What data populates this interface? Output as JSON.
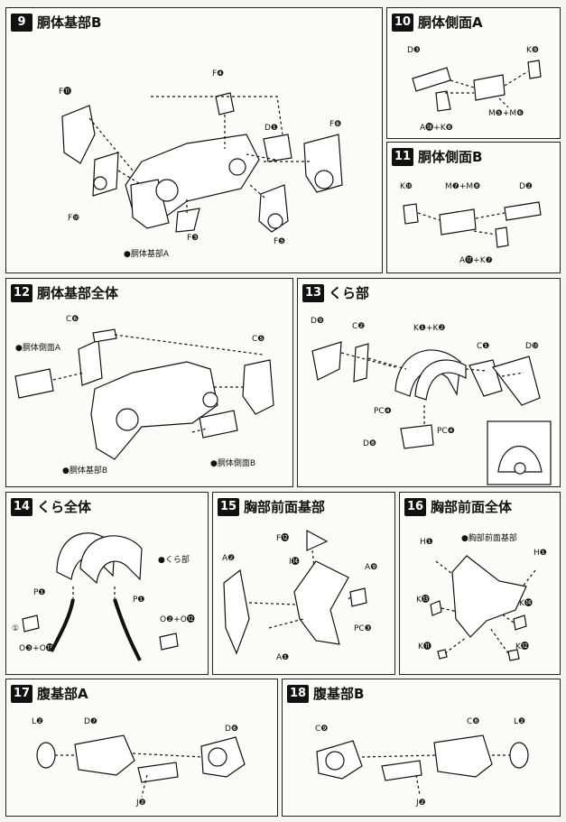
{
  "steps": [
    {
      "num": "9",
      "title": "胴体基部B",
      "labels": [
        "F⓫",
        "F❹",
        "D❶",
        "F❻",
        "F❿",
        "F❸",
        "F❺",
        "●胴体基部A"
      ]
    },
    {
      "num": "10",
      "title": "胴体側面A",
      "labels": [
        "D❸",
        "K❾",
        "A⓲+K❽",
        "M❺+M❻"
      ]
    },
    {
      "num": "11",
      "title": "胴体側面B",
      "labels": [
        "K❿",
        "M❼+M❽",
        "D❷",
        "A⓱+K❼"
      ]
    },
    {
      "num": "12",
      "title": "胴体基部全体",
      "labels": [
        "C❻",
        "C❺",
        "●胴体側面A",
        "●胴体基部B",
        "●胴体側面B"
      ]
    },
    {
      "num": "13",
      "title": "くら部",
      "labels": [
        "D❾",
        "C❷",
        "K❶+K❷",
        "C❶",
        "D❿",
        "PC❹",
        "PC❹",
        "D❽"
      ]
    },
    {
      "num": "14",
      "title": "くら全体",
      "labels": [
        "●くら部",
        "P❶",
        "P❶",
        "①",
        "O❸+O⓭",
        "O❷+O⓬"
      ]
    },
    {
      "num": "15",
      "title": "胸部前面基部",
      "labels": [
        "F⓬",
        "A❷",
        "I⓮",
        "A❾",
        "PC❸",
        "A❶"
      ]
    },
    {
      "num": "16",
      "title": "胸部前面全体",
      "labels": [
        "H❶",
        "●胸部前面基部",
        "H❶",
        "K⓭",
        "K⓮",
        "K⓫",
        "K⓬"
      ]
    },
    {
      "num": "17",
      "title": "腹基部A",
      "labels": [
        "L❷",
        "D❼",
        "D❻",
        "J❷"
      ]
    },
    {
      "num": "18",
      "title": "腹基部B",
      "labels": [
        "C❾",
        "C❽",
        "L❷",
        "J❷"
      ]
    }
  ]
}
